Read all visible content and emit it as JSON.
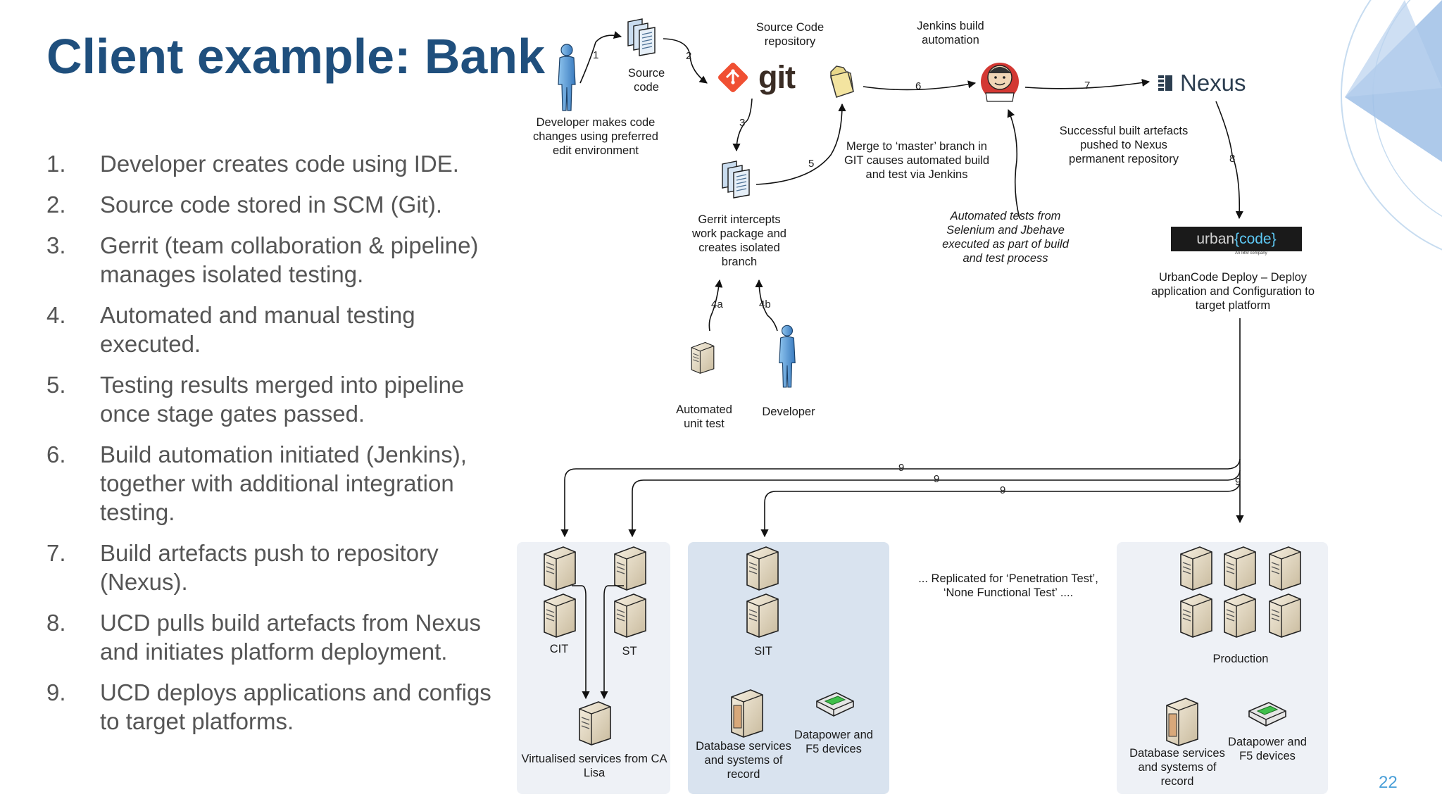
{
  "slide": {
    "title": "Client example: Bank",
    "page_number": "22"
  },
  "steps": [
    {
      "num": "1.",
      "text": "Developer creates code using IDE."
    },
    {
      "num": "2.",
      "text": "Source code stored in SCM (Git)."
    },
    {
      "num": "3.",
      "text": "Gerrit (team collaboration & pipeline) manages isolated testing."
    },
    {
      "num": "4.",
      "text": "Automated and manual testing executed."
    },
    {
      "num": "5.",
      "text": "Testing results merged into pipeline once stage gates passed."
    },
    {
      "num": "6.",
      "text": "Build automation initiated (Jenkins), together with additional integration testing."
    },
    {
      "num": "7.",
      "text": "Build artefacts push to repository (Nexus)."
    },
    {
      "num": "8.",
      "text": "UCD pulls build artefacts from Nexus and initiates platform deployment."
    },
    {
      "num": "9.",
      "text": "UCD deploys applications and configs to target platforms."
    }
  ],
  "diagram": {
    "source_code": "Source code",
    "developer_caption": "Developer makes code changes using preferred edit environment",
    "source_repo": "Source Code repository",
    "git_logo": "git",
    "jenkins_caption": "Jenkins build automation",
    "nexus_logo": "Nexus",
    "merge_caption": "Merge to ‘master’ branch in GIT causes automated build and test via Jenkins",
    "nexus_caption": "Successful built artefacts pushed to Nexus permanent repository",
    "gerrit_caption": "Gerrit intercepts work package and creates isolated branch",
    "automated_tests_caption": "Automated tests from Selenium and Jbehave executed as part of build and test process",
    "urbancode_logo_a": "urban",
    "urbancode_logo_b": "{code}",
    "urbancode_sub": "An IBM company",
    "ucd_caption": "UrbanCode Deploy – Deploy application and Configuration to target platform",
    "automated_unit_test": "Automated unit test",
    "developer": "Developer",
    "cit": "CIT",
    "st": "ST",
    "sit": "SIT",
    "virtualised": "Virtualised services from CA Lisa",
    "database_1": "Database services and systems of record",
    "datapower_1": "Datapower and F5 devices",
    "replicated": "... Replicated for ‘Penetration Test’, ‘None Functional Test’ ....",
    "production": "Production",
    "database_2": "Database services and systems of record",
    "datapower_2": "Datapower and F5 devices"
  },
  "step_numbers": {
    "n1": "1",
    "n2": "2",
    "n3": "3",
    "n4a": "4a",
    "n4b": "4b",
    "n5": "5",
    "n6": "6",
    "n7": "7",
    "n8": "8",
    "n9a": "9",
    "n9b": "9",
    "n9c": "9",
    "n9d": "9"
  },
  "colors": {
    "title": "#1f4f7d",
    "body_text": "#555555",
    "page_number": "#4a9fd8",
    "env_box_light": "#eef1f6",
    "env_box_blue": "#d9e3ef",
    "arrow": "#111111",
    "deco_blue": "#9fc0e6"
  }
}
